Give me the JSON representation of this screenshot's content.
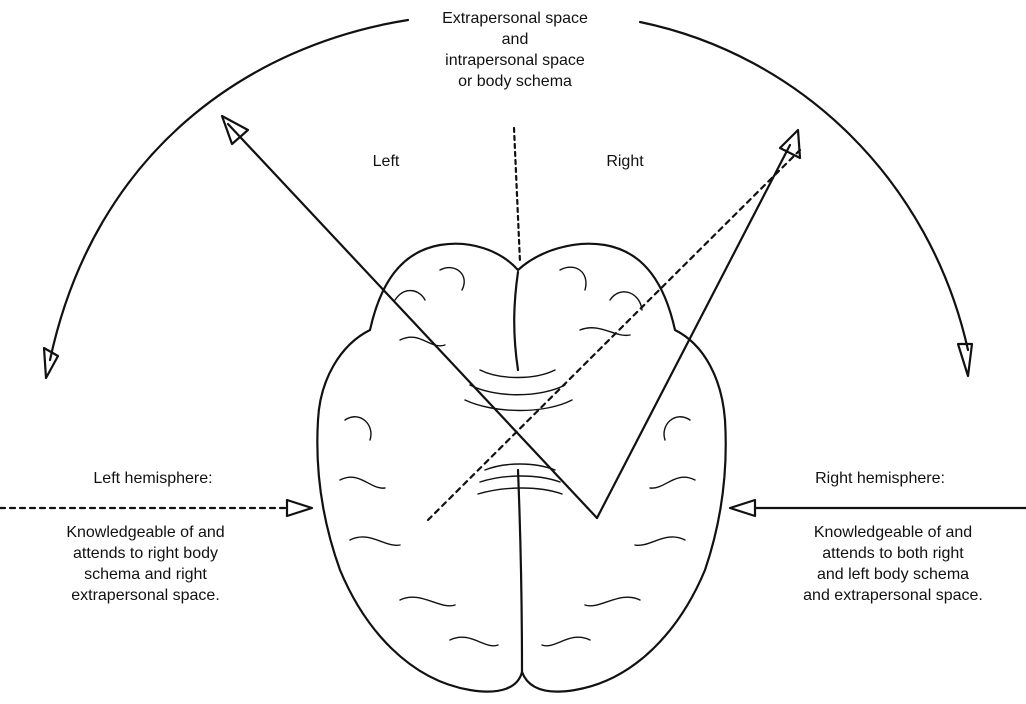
{
  "diagram": {
    "top_label": [
      "Extrapersonal space",
      "and",
      "intrapersonal space",
      "or body schema"
    ],
    "left_word": "Left",
    "right_word": "Right",
    "left_hemisphere": {
      "title": "Left hemisphere:",
      "description": [
        "Knowledgeable of and",
        "attends to right body",
        "schema and right",
        "extrapersonal space."
      ]
    },
    "right_hemisphere": {
      "title": "Right hemisphere:",
      "description": [
        "Knowledgeable of and",
        "attends to both right",
        "and left body schema",
        "and extrapersonal space."
      ]
    }
  }
}
